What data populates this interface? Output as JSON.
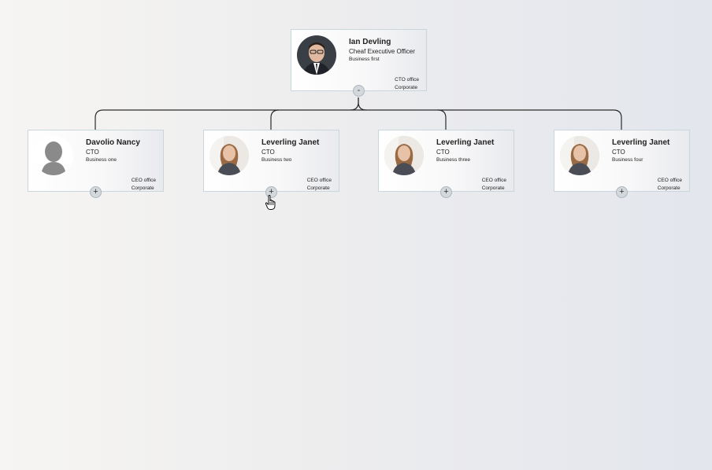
{
  "root": {
    "name": "Ian Devling",
    "title": "Cheaf Executive Officer",
    "unit": "Business first",
    "office": "CTO office",
    "department": "Corporate",
    "toggle": "-"
  },
  "children": [
    {
      "name": "Davolio Nancy",
      "title": "CTO",
      "unit": "Business one",
      "office": "CEO office",
      "department": "Corporate",
      "toggle": "+"
    },
    {
      "name": "Leverling Janet",
      "title": "CTO",
      "unit": "Business two",
      "office": "CEO office",
      "department": "Corporate",
      "toggle": "+"
    },
    {
      "name": "Leverling Janet",
      "title": "CTO",
      "unit": "Business three",
      "office": "CEO office",
      "department": "Corporate",
      "toggle": "+"
    },
    {
      "name": "Leverling Janet",
      "title": "CTO",
      "unit": "Business four",
      "office": "CEO office",
      "department": "Corporate",
      "toggle": "+"
    }
  ],
  "colors": {
    "link": "#2b2b2b",
    "card_border": "#c9d6dc",
    "toggle_bg": "#d2d8dc"
  },
  "icons": {
    "placeholder_avatar": "person-silhouette-icon",
    "cursor": "hand-pointer-icon"
  }
}
